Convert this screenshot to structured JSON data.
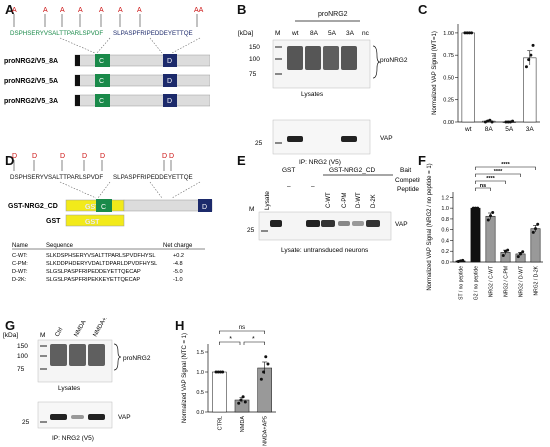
{
  "panels": {
    "A": {
      "letter": "A",
      "mut_top_left": [
        "A",
        "A",
        "A",
        "A",
        "A",
        "A"
      ],
      "seq_left": "DSPHSERYVSALTTPARLSPVDF",
      "mut_top_right": [
        "A",
        "AA"
      ],
      "seq_right": "SLPASPFRIPEDDEYETTQE",
      "constructs": [
        {
          "name": "proNRG2/V5_8A",
          "c": "C",
          "d": "D"
        },
        {
          "name": "proNRG2/V5_5A",
          "c": "C",
          "d": "D"
        },
        {
          "name": "proNRG2/V5_3A",
          "c": "C",
          "d": "D"
        }
      ]
    },
    "B": {
      "letter": "B",
      "header": "proNRG2",
      "lanes": [
        "M",
        "wt",
        "8A",
        "5A",
        "3A",
        "nc"
      ],
      "kda": [
        "[kDa]",
        "150",
        "100",
        "75",
        "25"
      ],
      "lysate_label": "proNRG2",
      "lysate_caption": "Lysates",
      "vap_label": "VAP",
      "ip_caption": "IP: NRG2 (V5)"
    },
    "C": {
      "letter": "C",
      "ylabel": "Normalized VAP Signal (WT=1)",
      "yticks": [
        "0.00",
        "0.25",
        "0.50",
        "0.75",
        "1.00"
      ]
    },
    "D": {
      "letter": "D",
      "mut_top_left": [
        "D",
        "D",
        "D",
        "D",
        "D"
      ],
      "seq_left": "DSPHSERYVSALTTPARLSPVDF",
      "mut_top_right": [
        "D",
        "D"
      ],
      "seq_right": "SLPASPFRIPEDDEYETTQE",
      "gst_cd_label": "GST-NRG2_CD",
      "gst_label": "GST",
      "gst_box_text": "GST",
      "c_box": "C",
      "d_box": "D",
      "table_headers": [
        "Name",
        "Sequence",
        "Net charge"
      ],
      "table_rows": [
        {
          "name": "C-WT:",
          "seq": "SLKDSPHSERYVSALTTPARLSPVDFHYSL",
          "charge": "+0.2"
        },
        {
          "name": "C-PM:",
          "seq": "SLKDDPHDERYVDALTDPARLDPVDFHYSL",
          "charge": "-4.8"
        },
        {
          "name": "D-WT:",
          "seq": "SLGSLPASPFRIPEDDEYETTQECAP",
          "charge": "-5.0"
        },
        {
          "name": "D-2K:",
          "seq": "SLGSLPASPFRIPEKKEYETTQECAP",
          "charge": "-1.0"
        }
      ]
    },
    "E": {
      "letter": "E",
      "bait_label": "Bait",
      "competitor_label": "Competitor",
      "peptide_label": "Peptide",
      "lysate_lane": "Lysate",
      "gst_lane": "GST",
      "gst_cd_lane": "GST-NRG2_CD",
      "peptides": [
        "–",
        "–",
        "C-WT",
        "C-PM",
        "D-WT",
        "D-2K"
      ],
      "kda": [
        "M",
        "25"
      ],
      "vap_label": "VAP",
      "caption": "Lysate: untransduced neurons"
    },
    "F": {
      "letter": "F",
      "ylabel": "Normalized VAP Signal (NRG2 / no peptide = 1)",
      "yticks": [
        "0.0",
        "0.2",
        "0.4",
        "0.6",
        "0.8",
        "1.0",
        "1.2"
      ],
      "sig_labels": [
        "ns",
        "****",
        "****",
        "****",
        "****"
      ]
    },
    "G": {
      "letter": "G",
      "lanes": [
        "M",
        "Ctrl",
        "NMDA",
        "NMDA+AP5"
      ],
      "kda": [
        "[kDa]",
        "150",
        "100",
        "75",
        "25"
      ],
      "pronrg2_label": "proNRG2",
      "lysate_caption": "Lysates",
      "vap_label": "VAP",
      "ip_caption": "IP: NRG2 (V5)"
    },
    "H": {
      "letter": "H",
      "ylabel": "Normalized VAP Signal (NTC = 1)",
      "yticks": [
        "0.0",
        "0.5",
        "1.0",
        "1.5"
      ],
      "sig_labels": [
        "ns",
        "*",
        "*"
      ]
    }
  },
  "colors": {
    "green": "#1a8a4a",
    "navy": "#1c2a6b",
    "red": "#cc1111",
    "yellow": "#f2ea1a"
  },
  "chart_data": [
    {
      "type": "bar",
      "panel": "C",
      "categories": [
        "wt",
        "8A",
        "5A",
        "3A"
      ],
      "values": [
        1.0,
        0.01,
        0.0,
        0.72
      ],
      "errors": [
        0.0,
        0.01,
        0.01,
        0.08
      ],
      "points": [
        [
          1.0,
          1.0,
          1.0,
          1.0
        ],
        [
          0.0,
          0.01,
          0.02,
          0.0
        ],
        [
          0.0,
          0.0,
          -0.01,
          0.01
        ],
        [
          0.62,
          0.7,
          0.75,
          0.86
        ]
      ],
      "ylabel": "Normalized VAP Signal (WT=1)",
      "ylim": [
        0,
        1.1
      ]
    },
    {
      "type": "bar",
      "panel": "F",
      "categories": [
        "GST / no peptide",
        "NRG2 / no peptide",
        "NRG2 / C-WT",
        "NRG2 / C-PM",
        "NRG2 / D-WT",
        "NRG2 / D-2K"
      ],
      "values": [
        0.02,
        1.0,
        0.85,
        0.18,
        0.15,
        0.62
      ],
      "errors": [
        0.01,
        0.0,
        0.06,
        0.04,
        0.03,
        0.06
      ],
      "points": [
        [
          0.01,
          0.02,
          0.03
        ],
        [
          1.0,
          1.0,
          1.0
        ],
        [
          0.78,
          0.86,
          0.92
        ],
        [
          0.12,
          0.2,
          0.22
        ],
        [
          0.1,
          0.15,
          0.19
        ],
        [
          0.55,
          0.62,
          0.7
        ]
      ],
      "ylabel": "Normalized VAP Signal (NRG2 / no peptide = 1)",
      "ylim": [
        0,
        1.3
      ]
    },
    {
      "type": "bar",
      "panel": "H",
      "categories": [
        "CTRL",
        "NMDA",
        "NMDA+AP5"
      ],
      "values": [
        1.0,
        0.3,
        1.1
      ],
      "errors": [
        0.0,
        0.06,
        0.15
      ],
      "points": [
        [
          1.0,
          1.0,
          1.0,
          1.0
        ],
        [
          0.22,
          0.3,
          0.38,
          0.25
        ],
        [
          0.82,
          1.0,
          1.38,
          1.2
        ]
      ],
      "ylabel": "Normalized VAP Signal (NTC = 1)",
      "ylim": [
        0,
        1.7
      ]
    }
  ]
}
